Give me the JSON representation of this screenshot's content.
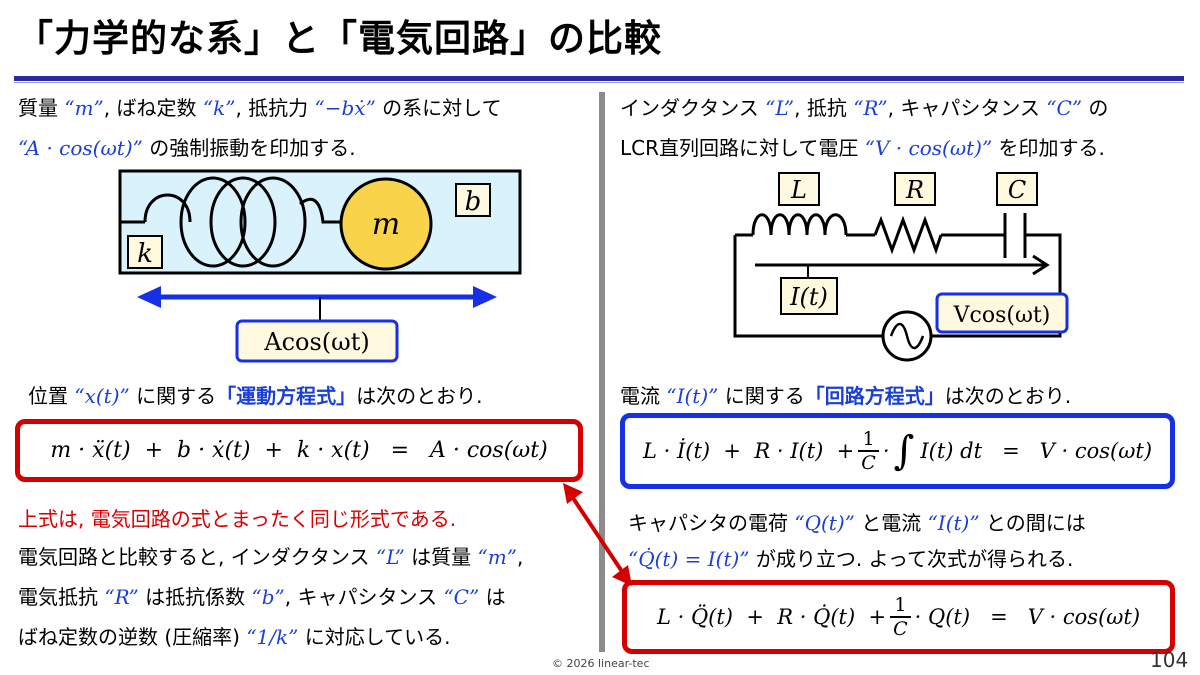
{
  "title": "「力学的な系」と「電気回路」の比較",
  "left": {
    "intro_line1_a": "質量 ",
    "intro_m": "“m”",
    "intro_line1_b": ", ばね定数 ",
    "intro_k": "“k”",
    "intro_line1_c": ", 抵抗力 ",
    "intro_bx": "“−bẋ”",
    "intro_line1_d": " の系に対して",
    "intro_acos": "“A · cos(ωt)”",
    "intro_line2": " の強制振動を印加する.",
    "fig_k": "k",
    "fig_m": "m",
    "fig_b": "b",
    "fig_force": "Acos(ωt)",
    "eq_intro_a": "位置 ",
    "eq_intro_x": "“x(t)”",
    "eq_intro_b": " に関する",
    "eq_intro_c": "「運動方程式」",
    "eq_intro_d": "は次のとおり.",
    "equation": "m · ẍ(t)  +  b · ẋ(t)  +  k · x(t)   =   A · cos(ωt)",
    "same_form": "上式は, 電気回路の式とまったく同じ形式である.",
    "cmp1_a": "電気回路と比較すると, インダクタンス ",
    "cmp1_L": "“L”",
    "cmp1_b": " は質量 ",
    "cmp1_m": "“m”",
    "cmp1_c": ",",
    "cmp2_a": "電気抵抗 ",
    "cmp2_R": "“R”",
    "cmp2_b": " は抵抗係数 ",
    "cmp2_bb": "“b”",
    "cmp2_c": ", キャパシタンス ",
    "cmp2_C": "“C”",
    "cmp2_d": " は",
    "cmp3_a": "ばね定数の逆数 (圧縮率) ",
    "cmp3_k": "“1/k”",
    "cmp3_b": " に対応している."
  },
  "right": {
    "intro_line1_a": "インダクタンス ",
    "intro_L": "“L”",
    "intro_line1_b": ", 抵抗 ",
    "intro_R": "“R”",
    "intro_line1_c": ", キャパシタンス ",
    "intro_C": "“C”",
    "intro_line1_d": " の",
    "intro_line2_a": "LCR直列回路に対して電圧 ",
    "intro_V": "“V · cos(ωt)”",
    "intro_line2_b": " を印加する.",
    "fig_L": "L",
    "fig_R": "R",
    "fig_C": "C",
    "fig_I": "I(t)",
    "fig_V": "Vcos(ωt)",
    "eq_intro_a": "電流 ",
    "eq_intro_I": "“I(t)”",
    "eq_intro_b": " に関する",
    "eq_intro_c": "「回路方程式」",
    "eq_intro_d": "は次のとおり.",
    "eq1_a": "L · İ(t)  +  R · I(t)  +",
    "eq1_num": "1",
    "eq1_den": "C",
    "eq1_b": "·",
    "eq1_int": "∫",
    "eq1_c": "I(t) dt   =   V · cos(ωt)",
    "q_line1_a": "キャパシタの電荷 ",
    "q_line1_Q": "“Q(t)”",
    "q_line1_b": " と電流 ",
    "q_line1_I": "“I(t)”",
    "q_line1_c": " との間には",
    "q_line2_rel": "“Q̇(t) = I(t)”",
    "q_line2_b": " が成り立つ.   よって次式が得られる.",
    "eq2_a": "L · Q̈(t)  +  R · Q̇(t)  +",
    "eq2_num": "1",
    "eq2_den": "C",
    "eq2_b": "· Q(t)   =   V · cos(ωt)"
  },
  "footer": "© 2026 linear-tec",
  "page_number": "104",
  "colors": {
    "accent_blue": "#1a3fd6",
    "accent_red": "#d40000",
    "mass_fill": "#f9d34a",
    "panel_fill": "#d9f2fb"
  }
}
